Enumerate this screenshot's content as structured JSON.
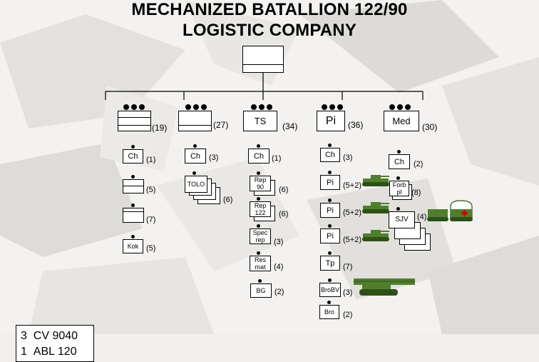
{
  "title": {
    "line1": "MECHANIZED BATALLION 122/90",
    "line2": "LOGISTIC COMPANY"
  },
  "units": [
    {
      "label": "",
      "count": "(19)"
    },
    {
      "label": "",
      "count": "(27)"
    },
    {
      "label": "TS",
      "count": "(34)"
    },
    {
      "label": "Pi",
      "count": "(36)"
    },
    {
      "label": "Med",
      "count": "(30)"
    }
  ],
  "col1": [
    {
      "label": "Ch",
      "count": "(1)"
    },
    {
      "label": "",
      "count": "(5)"
    },
    {
      "label": "",
      "count": "(7)"
    },
    {
      "label": "Kok",
      "count": "(5)"
    }
  ],
  "col2": [
    {
      "label": "Ch",
      "count": "(3)"
    },
    {
      "label": "TOLO",
      "count": "(6)"
    }
  ],
  "col3": [
    {
      "label": "Ch",
      "count": "(1)"
    },
    {
      "label": "Rep\n90",
      "count": "(6)"
    },
    {
      "label": "Rep\n122",
      "count": "(6)"
    },
    {
      "label": "Spec\nrep",
      "count": "(3)"
    },
    {
      "label": "Res\nmat",
      "count": "(4)"
    },
    {
      "label": "BG",
      "count": "(2)"
    }
  ],
  "col4": [
    {
      "label": "Ch",
      "count": "(3)"
    },
    {
      "label": "Pi",
      "count": "(5+2)"
    },
    {
      "label": "Pi",
      "count": "(5+2)"
    },
    {
      "label": "Pi",
      "count": "(5+2)"
    },
    {
      "label": "Tp",
      "count": "(7)"
    },
    {
      "label": "BroBV",
      "count": "(3)"
    },
    {
      "label": "Bro",
      "count": "(2)"
    }
  ],
  "col5": [
    {
      "label": "Ch",
      "count": "(2)"
    },
    {
      "label": "Forb\npl",
      "count": "(8)"
    },
    {
      "label": "SJV",
      "count": "(4)"
    }
  ],
  "legend": [
    {
      "qty": "3",
      "name": "CV 9040"
    },
    {
      "qty": "1",
      "name": "ABL 120"
    }
  ],
  "colors": {
    "vehicle_green": "#4f7f2c",
    "vehicle_dark": "#2f4f1a",
    "red_cross": "#d00000"
  }
}
